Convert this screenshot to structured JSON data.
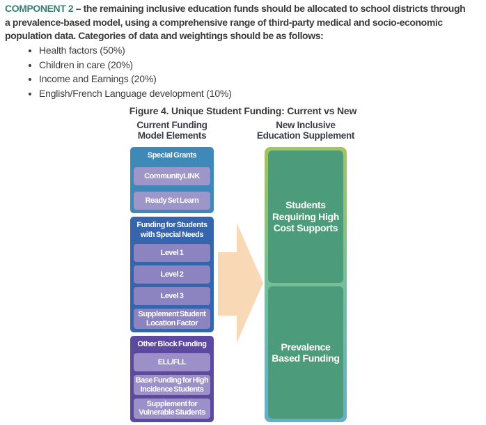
{
  "intro": {
    "label": "COMPONENT 2",
    "line1": "– the remaining inclusive education funds should be allocated to school districts through",
    "line2": "a prevalence-based model, using a comprehensive range of third-party medical and socio-economic",
    "line3": "population data. Categories of data and weightings should be as follows:",
    "bullets": [
      "Health factors (50%)",
      "Children in care (20%)",
      "Income and Earnings (20%)",
      "English/French Language development (10%)"
    ]
  },
  "figure": {
    "title": "Figure 4. Unique Student Funding: Current vs New",
    "columns": {
      "left": {
        "line1": "Current Funding",
        "line2": "Model Elements"
      },
      "right": {
        "line1": "New Inclusive",
        "line2": "Education Supplement"
      }
    },
    "groups": [
      {
        "title": "Special Grants",
        "items": [
          "CommunityLINK",
          "Ready Set Learn"
        ]
      },
      {
        "title": "Funding for Students with Special Needs",
        "items": [
          "Level 1",
          "Level 2",
          "Level 3",
          "Supplement Student Location Factor"
        ]
      },
      {
        "title": "Other Block Funding",
        "items": [
          "ELL/FLL",
          "Base Funding for High Incidence Students",
          "Supplement for Vulnerable Students"
        ]
      }
    ],
    "new_boxes": [
      "Students Requiring High Cost Supports",
      "Prevalence Based Funding"
    ],
    "colors": {
      "component_label": "#398172",
      "body_text": "#3c3c3c",
      "special_grants_bg": "#3e89b8",
      "special_grants_item_bg": "#9e95c9",
      "special_needs_bg": "#3565ad",
      "special_needs_item_bg": "#8c83c1",
      "other_block_bg": "#5c4aa0",
      "other_block_item_bg": "#9c90c8",
      "new_border_top": "#a2c55e",
      "new_border_mid": "#74bf9a",
      "new_border_bottom": "#66aecb",
      "new_box_bg": "#4c9c7b",
      "arrow_fill": "#f8d8b5"
    }
  }
}
